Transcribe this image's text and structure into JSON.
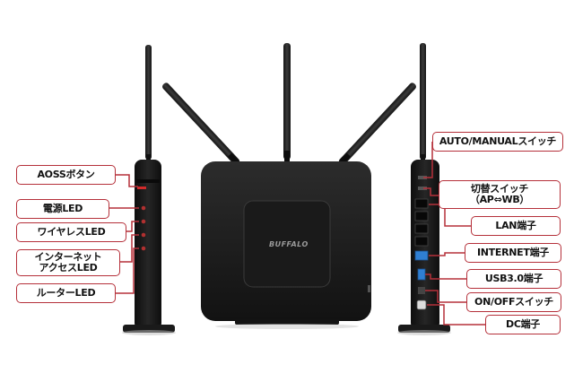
{
  "brand": {
    "logo_text": "BUFFALO"
  },
  "left_labels": [
    {
      "text": "AOSSボタン"
    },
    {
      "text": "電源LED"
    },
    {
      "text": "ワイヤレスLED"
    },
    {
      "text_lines": [
        "インターネット",
        "アクセスLED"
      ]
    },
    {
      "text": "ルーターLED"
    }
  ],
  "right_labels": [
    {
      "text": "AUTO/MANUALスイッチ"
    },
    {
      "text_lines": [
        "切替スイッチ",
        "（AP⇔WB）"
      ]
    },
    {
      "text": "LAN端子"
    },
    {
      "text": "INTERNET端子"
    },
    {
      "text": "USB3.0端子"
    },
    {
      "text": "ON/OFFスイッチ"
    },
    {
      "text": "DC端子"
    }
  ],
  "colors": {
    "callout": "#b5303a",
    "device_body": "#1e1e1e",
    "internet_port": "#2f7fd3"
  }
}
